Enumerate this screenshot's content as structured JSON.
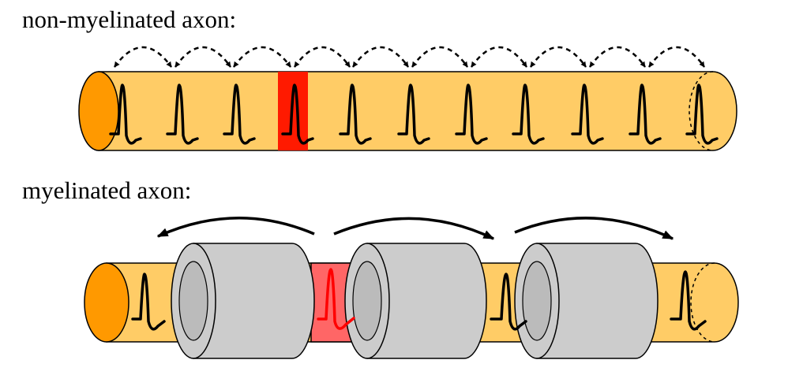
{
  "labels": {
    "non_myelinated": "non-myelinated axon:",
    "myelinated": "myelinated axon:"
  },
  "colors": {
    "axon_fill": "#ffcc66",
    "axon_end": "#ff9900",
    "active_segment": "#ff1a00",
    "active_node_myelinated": "#ff6666",
    "active_spike": "#ff0000",
    "myelin_fill": "#cccccc",
    "stroke": "#000000"
  },
  "non_myelinated": {
    "segments": 11,
    "active_segment_index": 3,
    "arrow_style": "dashed, bidirectional between adjacent segments"
  },
  "myelinated": {
    "nodes": 4,
    "myelin_sheaths": 3,
    "active_node_index": 1,
    "arrows": [
      "backward",
      "forward",
      "forward"
    ]
  }
}
